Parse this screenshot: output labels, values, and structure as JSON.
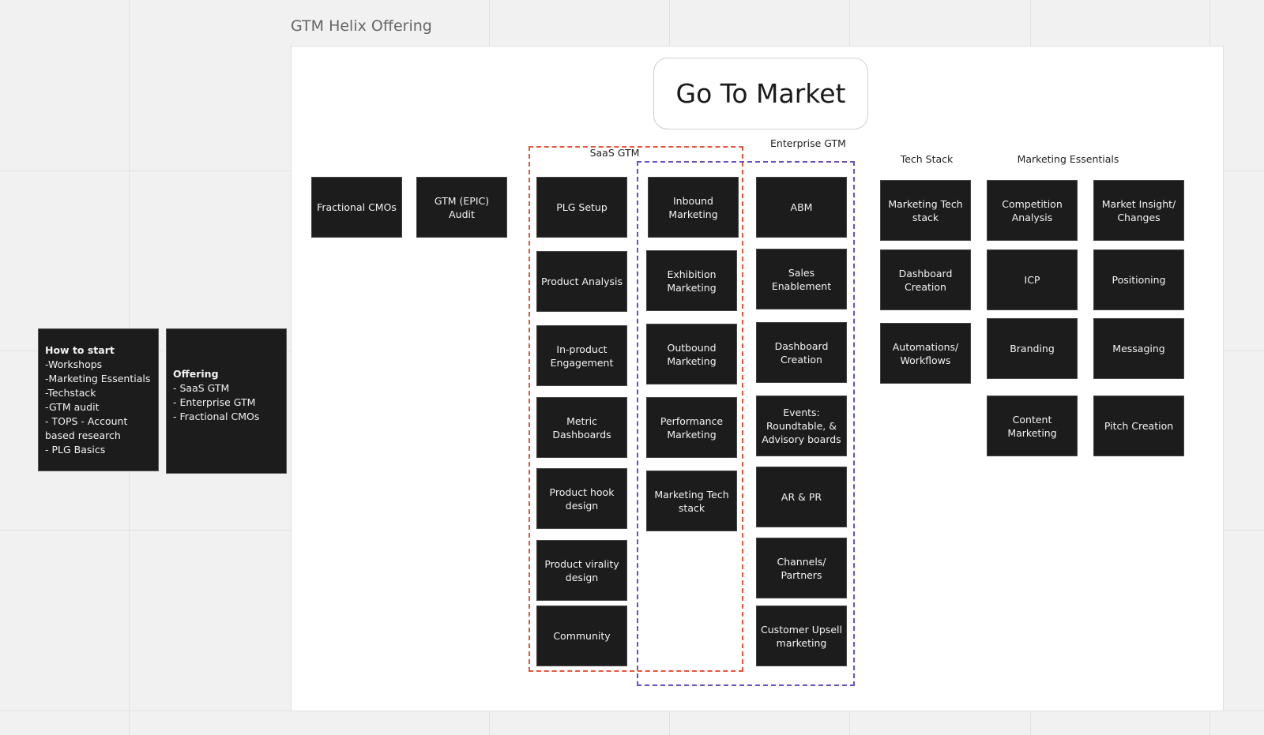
{
  "frame": {
    "title": "GTM Helix Offering"
  },
  "header": {
    "title": "Go To Market"
  },
  "top_cards": [
    "Fractional CMOs",
    "GTM (EPIC) Audit"
  ],
  "saas": {
    "label": "SaaS GTM",
    "col1": [
      "PLG Setup",
      "Product Analysis",
      "In-product Engagement",
      "Metric Dashboards",
      "Product hook design",
      "Product virality design",
      "Community"
    ],
    "col2": [
      "Inbound Marketing",
      "Exhibition Marketing",
      "Outbound Marketing",
      "Performance Marketing",
      "Marketing Tech stack"
    ]
  },
  "enterprise": {
    "label": "Enterprise GTM",
    "items": [
      "ABM",
      "Sales Enablement",
      "Dashboard Creation",
      "Events: Roundtable, & Advisory boards",
      "AR & PR",
      "Channels/ Partners",
      "Customer Upsell marketing"
    ]
  },
  "tech_stack": {
    "label": "Tech Stack",
    "items": [
      "Marketing Tech stack",
      "Dashboard Creation",
      "Automations/ Workflows"
    ]
  },
  "marketing_essentials": {
    "label": "Marketing Essentials",
    "col1": [
      "Competition Analysis",
      "ICP",
      "Branding",
      "Content Marketing"
    ],
    "col2": [
      "Market Insight/ Changes",
      "Positioning",
      "Messaging",
      "Pitch Creation"
    ]
  },
  "notes": {
    "how_to_start": {
      "title": "How to start",
      "lines": [
        "-Workshops",
        "-Marketing Essentials",
        "-Techstack",
        "-GTM audit",
        "- TOPS - Account based research",
        "- PLG Basics"
      ]
    },
    "offering": {
      "title": "Offering",
      "lines": [
        "- SaaS GTM",
        "- Enterprise GTM",
        "- Fractional CMOs"
      ]
    }
  },
  "colors": {
    "saas_border": "#e8553e",
    "enterprise_border": "#6a4fc4",
    "card_bg": "#1c1c1c"
  }
}
